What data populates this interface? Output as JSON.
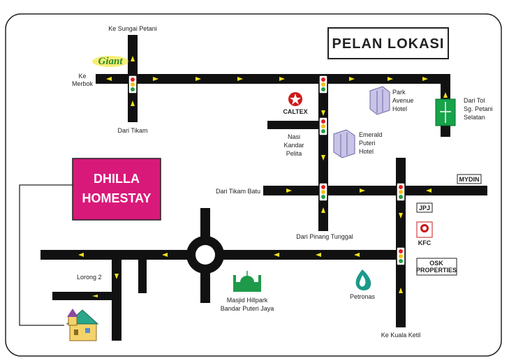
{
  "title": "PELAN LOKASI",
  "homestay": {
    "line1": "DHILLA",
    "line2": "HOMESTAY",
    "color": "#d9197a"
  },
  "labels": {
    "ke_sungai_petani": "Ke Sungai Petani",
    "ke_merbok_1": "Ke",
    "ke_merbok_2": "Merbok",
    "dari_tikam": "Dari Tikam",
    "giant": "Giant",
    "caltex": "CALTEX",
    "nasi_1": "Nasi",
    "nasi_2": "Kandar",
    "nasi_3": "Pelita",
    "park_1": "Park",
    "park_2": "Avenue",
    "park_3": "Hotel",
    "emerald_1": "Emerald",
    "emerald_2": "Puteri",
    "emerald_3": "Hotel",
    "dari_tol_1": "Dari Tol",
    "dari_tol_2": "Sg. Petani",
    "dari_tol_3": "Selatan",
    "mydin": "MYDIN",
    "jpj": "JPJ",
    "kfc": "KFC",
    "osk_1": "OSK",
    "osk_2": "PROPERTIES",
    "dari_tikam_batu": "Dari Tikam Batu",
    "dari_pinang_tunggal": "Dari Pinang Tunggal",
    "lorong_2": "Lorong 2",
    "masjid_1": "Masjid Hillpark",
    "masjid_2": "Bandar Puteri Jaya",
    "petronas": "Petronas",
    "ke_kuala_ketil": "Ke Kuala Ketil"
  },
  "colors": {
    "road": "#111111",
    "arrow": "#f2e21a",
    "pink": "#d9197a",
    "mosque": "#1f9a4a",
    "petronas": "#1a9a8a",
    "tol": "#17a34a"
  }
}
